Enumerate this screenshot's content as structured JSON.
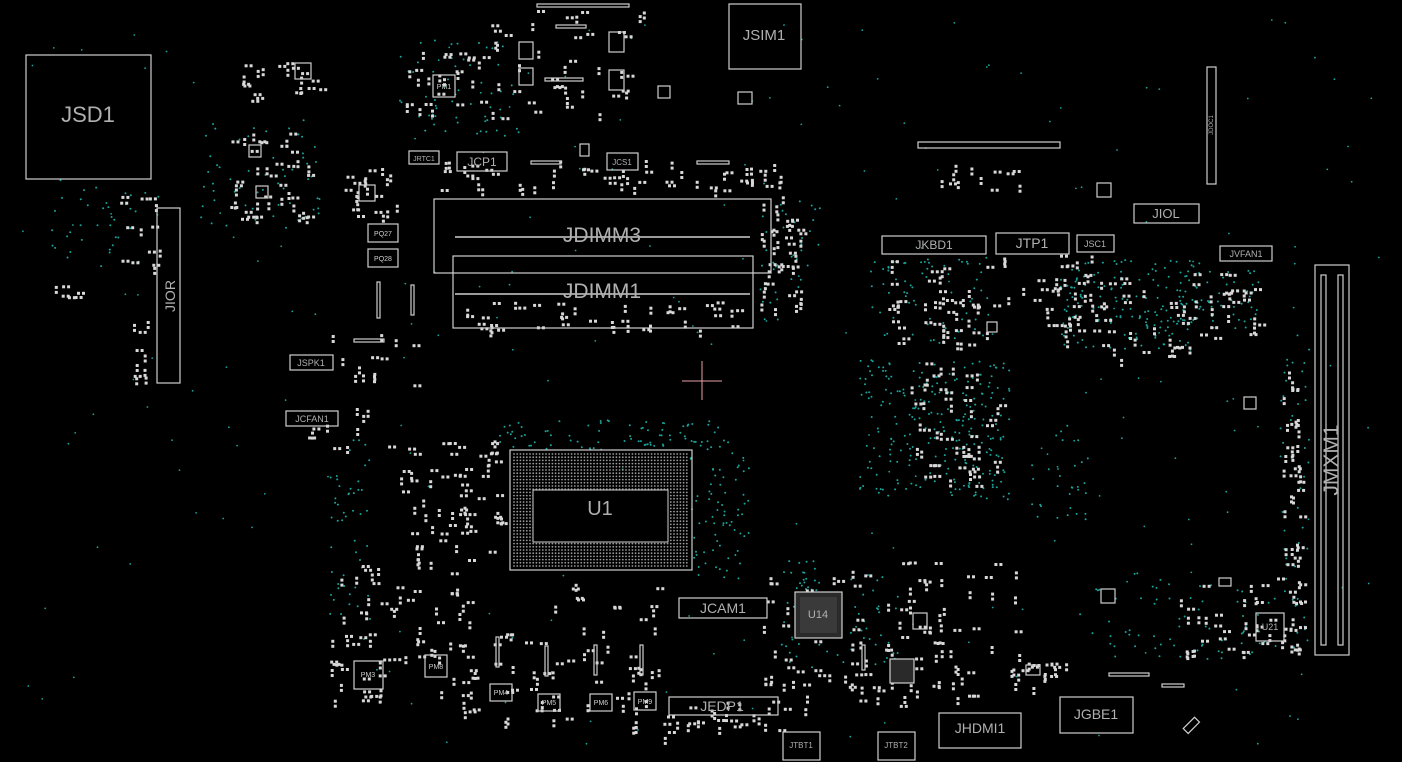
{
  "colors": {
    "background": "#000000",
    "outline": "#cfcfcf",
    "label": "#b0b0b0",
    "via": "#1aa39a",
    "crosshair": "#e8a0a8"
  },
  "components": {
    "JSD1": "JSD1",
    "JSIM1": "JSIM1",
    "JIOR": "JIOR",
    "JCP1": "JCP1",
    "JCS1": "JCS1",
    "JRTC1": "JRTC1",
    "PQ27": "PQ27",
    "PQ28": "PQ28",
    "JDIMM3": "JDIMM3",
    "JDIMM1": "JDIMM1",
    "JSPK1": "JSPK1",
    "JCFAN1": "JCFAN1",
    "JKBD1": "JKBD1",
    "JTP1": "JTP1",
    "JSC1": "JSC1",
    "JIOL": "JIOL",
    "JVFAN1": "JVFAN1",
    "JMXM1": "JMXM1",
    "U1": "U1",
    "JCAM1": "JCAM1",
    "U14": "U14",
    "U21": "U21",
    "JEDP1": "JEDP1",
    "JHDMI1": "JHDMI1",
    "JGBE1": "JGBE1",
    "JTBT1": "JTBT1",
    "JTBT2": "JTBT2",
    "PM3": "PM3",
    "PM4": "PM4",
    "PM5": "PM5",
    "PM6": "PM6",
    "PM8": "PM8",
    "PM9": "PM9",
    "PM1": "PM1",
    "JDOC1": "JDOC1"
  }
}
